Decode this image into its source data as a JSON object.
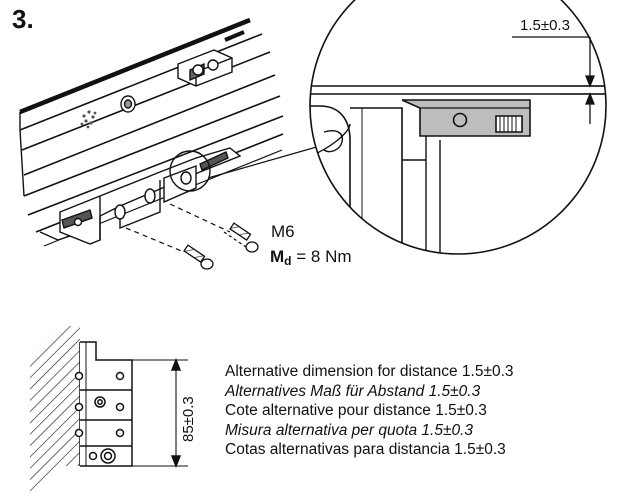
{
  "step": {
    "number": "3."
  },
  "detail": {
    "dimension": "1.5±0.3"
  },
  "fastener": {
    "thread": "M6",
    "torque_symbol": "M",
    "torque_subscript": "d",
    "torque_value": "= 8 Nm"
  },
  "bracket": {
    "height_dimension": "85±0.3"
  },
  "notes": [
    {
      "text": "Alternative dimension for distance 1.5±0.3",
      "italic": false
    },
    {
      "text": "Alternatives Maß für Abstand 1.5±0.3",
      "italic": true
    },
    {
      "text": "Cote alternative pour distance 1.5±0.3",
      "italic": false
    },
    {
      "text": "Misura alternativa  per quota 1.5±0.3",
      "italic": true
    },
    {
      "text": "Cotas alternativas para distancia 1.5±0.3",
      "italic": false
    }
  ]
}
